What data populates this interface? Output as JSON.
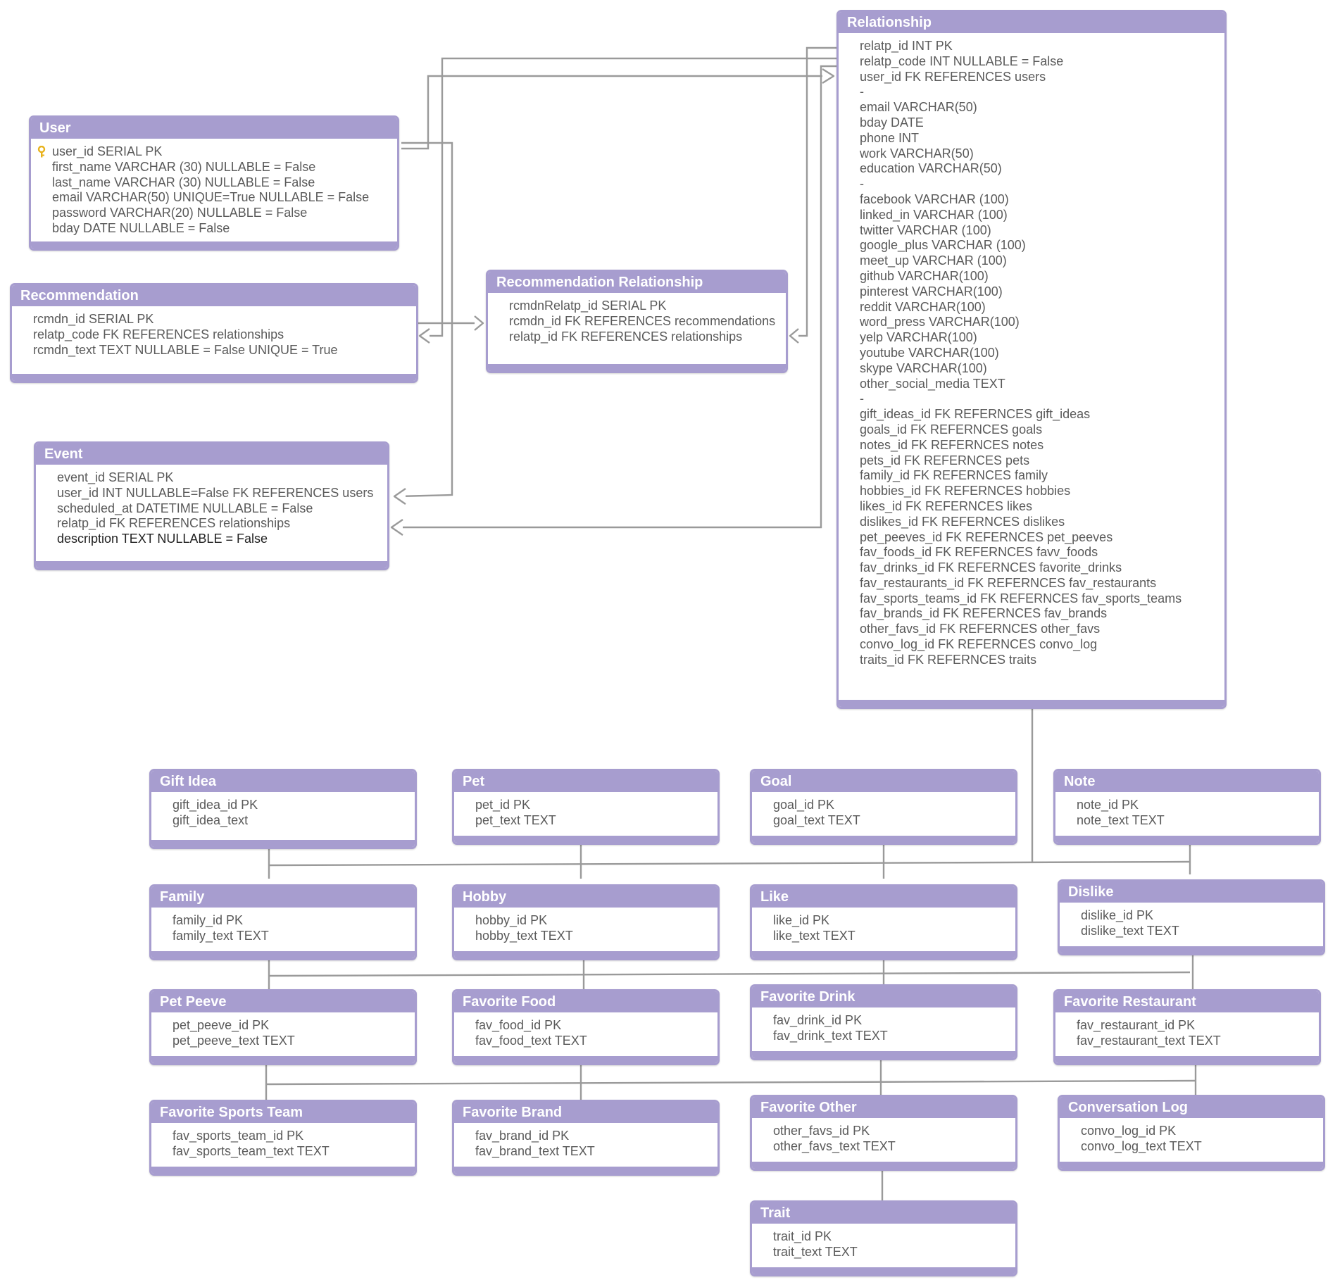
{
  "tables": {
    "relationship": {
      "title": "Relationship",
      "fields": [
        "relatp_id INT PK",
        "relatp_code INT NULLABLE = False",
        "user_id FK REFERENCES users",
        "-",
        "email VARCHAR(50)",
        "bday DATE",
        "phone INT",
        "work VARCHAR(50)",
        "education VARCHAR(50)",
        "-",
        "facebook VARCHAR (100)",
        "linked_in VARCHAR (100)",
        "twitter VARCHAR (100)",
        "google_plus VARCHAR (100)",
        "meet_up VARCHAR (100)",
        "github VARCHAR(100)",
        "pinterest VARCHAR(100)",
        "reddit VARCHAR(100)",
        "word_press VARCHAR(100)",
        "yelp VARCHAR(100)",
        "youtube VARCHAR(100)",
        "skype VARCHAR(100)",
        "other_social_media TEXT",
        "-",
        "gift_ideas_id FK REFERNCES gift_ideas",
        "goals_id FK REFERNCES goals",
        "notes_id FK REFERNCES notes",
        "pets_id FK REFERNCES pets",
        "family_id FK REFERNCES family",
        "hobbies_id FK REFERNCES hobbies",
        "likes_id FK REFERNCES likes",
        "dislikes_id FK REFERNCES dislikes",
        "pet_peeves_id FK REFERNCES pet_peeves",
        "fav_foods_id FK REFERNCES favv_foods",
        "fav_drinks_id FK REFERNCES favorite_drinks",
        "fav_restaurants_id FK REFERNCES fav_restaurants",
        "fav_sports_teams_id FK REFERNCES fav_sports_teams",
        "fav_brands_id FK REFERNCES fav_brands",
        "other_favs_id FK REFERNCES other_favs",
        "convo_log_id FK REFERNCES convo_log",
        "traits_id FK REFERNCES traits"
      ]
    },
    "user": {
      "title": "User",
      "fields": [
        "user_id SERIAL PK",
        "first_name VARCHAR (30) NULLABLE = False",
        "last_name VARCHAR (30) NULLABLE = False",
        "email VARCHAR(50) UNIQUE=True NULLABLE = False",
        "password VARCHAR(20) NULLABLE = False",
        "bday DATE NULLABLE = False"
      ]
    },
    "recommendation": {
      "title": "Recommendation",
      "fields": [
        "rcmdn_id SERIAL PK",
        "relatp_code FK REFERENCES relationships",
        "rcmdn_text TEXT NULLABLE = False UNIQUE = True"
      ]
    },
    "recommendation_relationship": {
      "title": "Recommendation Relationship",
      "fields": [
        "rcmdnRelatp_id SERIAL PK",
        "rcmdn_id FK REFERENCES recommendations",
        "relatp_id FK REFERENCES relationships"
      ]
    },
    "event": {
      "title": "Event",
      "fields": [
        "event_id SERIAL PK",
        "user_id INT NULLABLE=False FK REFERENCES users",
        "scheduled_at DATETIME NULLABLE = False",
        "relatp_id FK REFERENCES relationships",
        "description TEXT NULLABLE = False"
      ]
    },
    "gift_idea": {
      "title": "Gift Idea",
      "fields": [
        "gift_idea_id PK",
        "gift_idea_text"
      ]
    },
    "pet": {
      "title": "Pet",
      "fields": [
        "pet_id PK",
        "pet_text TEXT"
      ]
    },
    "goal": {
      "title": "Goal",
      "fields": [
        "goal_id PK",
        "goal_text TEXT"
      ]
    },
    "note": {
      "title": "Note",
      "fields": [
        "note_id PK",
        "note_text TEXT"
      ]
    },
    "family": {
      "title": "Family",
      "fields": [
        "family_id PK",
        "family_text TEXT"
      ]
    },
    "hobby": {
      "title": "Hobby",
      "fields": [
        "hobby_id PK",
        "hobby_text TEXT"
      ]
    },
    "like": {
      "title": "Like",
      "fields": [
        "like_id PK",
        "like_text TEXT"
      ]
    },
    "dislike": {
      "title": "Dislike",
      "fields": [
        "dislike_id PK",
        "dislike_text TEXT"
      ]
    },
    "pet_peeve": {
      "title": "Pet Peeve",
      "fields": [
        "pet_peeve_id PK",
        "pet_peeve_text TEXT"
      ]
    },
    "favorite_food": {
      "title": "Favorite Food",
      "fields": [
        "fav_food_id PK",
        "fav_food_text TEXT"
      ]
    },
    "favorite_drink": {
      "title": "Favorite Drink",
      "fields": [
        "fav_drink_id PK",
        "fav_drink_text TEXT"
      ]
    },
    "favorite_restaurant": {
      "title": "Favorite Restaurant",
      "fields": [
        "fav_restaurant_id PK",
        "fav_restaurant_text TEXT"
      ]
    },
    "favorite_sports_team": {
      "title": "Favorite Sports Team",
      "fields": [
        "fav_sports_team_id PK",
        "fav_sports_team_text TEXT"
      ]
    },
    "favorite_brand": {
      "title": "Favorite Brand",
      "fields": [
        "fav_brand_id PK",
        "fav_brand_text TEXT"
      ]
    },
    "favorite_other": {
      "title": "Favorite Other",
      "fields": [
        "other_favs_id PK",
        "other_favs_text TEXT"
      ]
    },
    "conversation_log": {
      "title": "Conversation Log",
      "fields": [
        "convo_log_id PK",
        "convo_log_text TEXT"
      ]
    },
    "trait": {
      "title": "Trait",
      "fields": [
        "trait_id PK",
        "trait_text TEXT"
      ]
    }
  },
  "icons": {
    "primary_key": "key-icon"
  },
  "colors": {
    "entity_header": "#a79dcf",
    "connector": "#9a9a9a",
    "field_text": "#5a5a5a",
    "key_icon": "#e8b21b"
  }
}
